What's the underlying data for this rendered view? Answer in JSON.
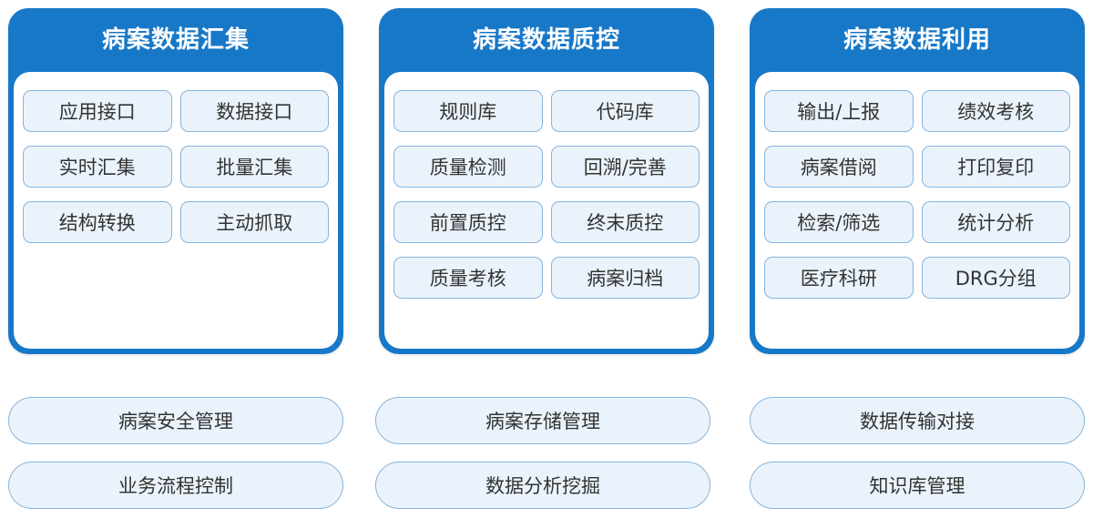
{
  "panels": [
    {
      "title": "病案数据汇集",
      "items": [
        "应用接口",
        "数据接口",
        "实时汇集",
        "批量汇集",
        "结构转换",
        "主动抓取"
      ]
    },
    {
      "title": "病案数据质控",
      "items": [
        "规则库",
        "代码库",
        "质量检测",
        "回溯/完善",
        "前置质控",
        "终末质控",
        "质量考核",
        "病案归档"
      ]
    },
    {
      "title": "病案数据利用",
      "items": [
        "输出/上报",
        "绩效考核",
        "病案借阅",
        "打印复印",
        "检索/筛选",
        "统计分析",
        "医疗科研",
        "DRG分组"
      ]
    }
  ],
  "bottom": {
    "row1": [
      "病案安全管理",
      "病案存储管理",
      "数据传输对接"
    ],
    "row2": [
      "业务流程控制",
      "数据分析挖掘",
      "知识库管理"
    ]
  },
  "colors": {
    "header_blue": "#1878c8",
    "cell_fill": "#eaf3fb",
    "cell_border": "#86b4dc",
    "text": "#333333"
  }
}
